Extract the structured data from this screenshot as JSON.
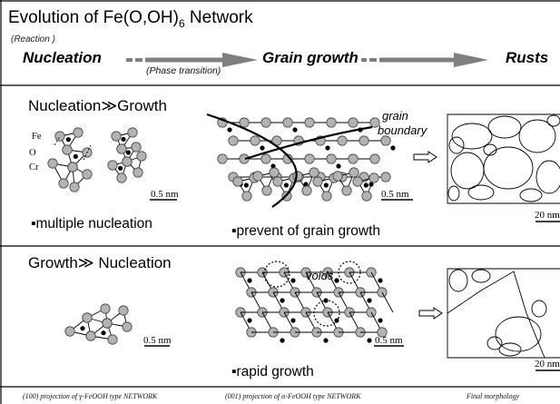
{
  "header": {
    "title": "Evolution of Fe(O,OH)",
    "title_sub": "6",
    "title_tail": " Network",
    "reaction_label": "(Reaction )",
    "stages": [
      "Nucleation",
      "Grain growth",
      "Rusts"
    ],
    "phase_transition": "(Phase transition)"
  },
  "row1": {
    "heading": "Nucleation≫Growth",
    "atom_labels": [
      "Fe",
      "O",
      "Cr"
    ],
    "scale_left": "0.5 nm",
    "scale_mid": "0.5 nm",
    "scale_right": "20 nm",
    "grain_boundary": [
      "grain",
      "boundary"
    ],
    "bullet_left": "▪multiple nucleation",
    "bullet_mid": "▪prevent of grain growth"
  },
  "row2": {
    "heading": "Growth≫ Nucleation",
    "scale_left": "0.5 nm",
    "scale_mid": "0.5 nm",
    "scale_right": "20 nm",
    "voids": "voids",
    "bullet_mid": "▪rapid growth"
  },
  "footer": {
    "cap_left_pre": "(100) projection of ",
    "cap_left_sym": "γ",
    "cap_left_post": "-FeOOH type NETWORK",
    "cap_mid_pre": "(001) projection of ",
    "cap_mid_sym": "α",
    "cap_mid_post": "-FeOOH type NETWORK",
    "cap_right": "Final morphology"
  },
  "colors": {
    "atom_fill": "#b3b3b3",
    "arrow_gray": "#7f7f7f",
    "line": "#000000"
  }
}
